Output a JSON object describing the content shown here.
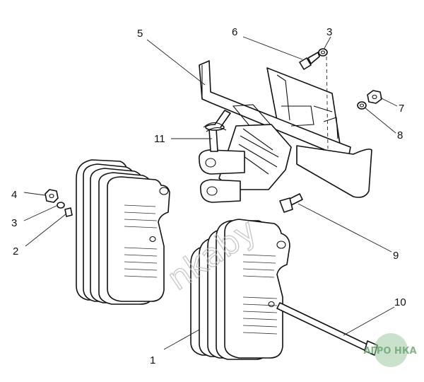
{
  "callouts": [
    {
      "id": "1",
      "text": "1"
    },
    {
      "id": "2",
      "text": "2"
    },
    {
      "id": "3a",
      "text": "3"
    },
    {
      "id": "3b",
      "text": "3"
    },
    {
      "id": "4",
      "text": "4"
    },
    {
      "id": "5",
      "text": "5"
    },
    {
      "id": "6",
      "text": "6"
    },
    {
      "id": "7",
      "text": "7"
    },
    {
      "id": "8",
      "text": "8"
    },
    {
      "id": "9",
      "text": "9"
    },
    {
      "id": "10",
      "text": "10"
    },
    {
      "id": "11",
      "text": "11"
    }
  ],
  "watermark": {
    "text": "nkaby",
    "logo_text": "АГРО НКА",
    "logo_color": "#9fc8a3"
  }
}
